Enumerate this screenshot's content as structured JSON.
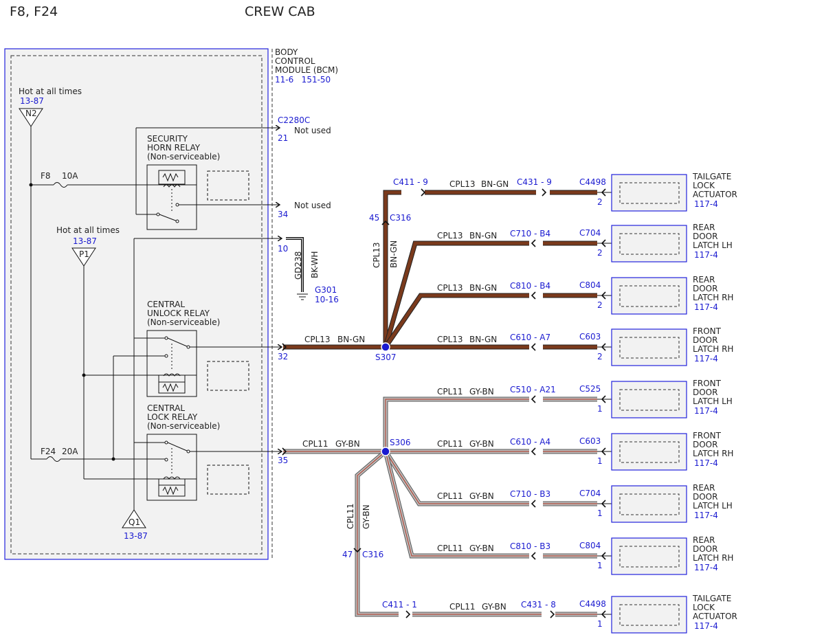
{
  "header": {
    "fuses": "F8, F24",
    "cab": "CREW CAB"
  },
  "bcm": {
    "label_lines": [
      "BODY",
      "CONTROL",
      "MODULE (BCM)"
    ],
    "refs": "11-6   151-50",
    "connector": "C2280C"
  },
  "power": {
    "n2": {
      "text": "Hot at all times",
      "ref": "13-87",
      "id": "N2"
    },
    "p1": {
      "text": "Hot at all times",
      "ref": "13-87",
      "id": "P1"
    },
    "q1": {
      "id": "Q1",
      "ref": "13-87"
    },
    "fuse_f8": {
      "name": "F8",
      "rating": "10A"
    },
    "fuse_f24": {
      "name": "F24",
      "rating": "20A"
    }
  },
  "relays": {
    "horn": [
      "SECURITY",
      "HORN RELAY",
      "(Non-serviceable)"
    ],
    "unlock": [
      "CENTRAL",
      "UNLOCK RELAY",
      "(Non-serviceable)"
    ],
    "lock": [
      "CENTRAL",
      "LOCK RELAY",
      "(Non-serviceable)"
    ]
  },
  "pins": {
    "p21": "21",
    "p34": "34",
    "p10": "10",
    "p32": "32",
    "p35": "35",
    "not_used": "Not used"
  },
  "ground": {
    "circuit": "GD238",
    "color": "BK-WH",
    "id": "G301",
    "ref": "10-16"
  },
  "circuits": {
    "bn": {
      "name": "CPL13",
      "color": "BN-GN",
      "hex": "#7a3a1c"
    },
    "gy": {
      "name": "CPL11",
      "color": "GY-BN",
      "hex": "#8a8a8a"
    }
  },
  "splices": {
    "s307": "S307",
    "s306": "S306",
    "c316_top": {
      "pin": "45",
      "name": "C316"
    },
    "c316_bot": {
      "pin": "47",
      "name": "C316"
    }
  },
  "loads": [
    {
      "conn_a": "C411 - 9",
      "conn_b": "C431 - 9",
      "device_conn": "C4498",
      "pin": "2",
      "name": [
        "TAILGATE",
        "LOCK",
        "ACTUATOR"
      ],
      "ref": "117-4"
    },
    {
      "conn_a": "",
      "conn_b": "C710 - B4",
      "device_conn": "C704",
      "pin": "2",
      "name": [
        "REAR",
        "DOOR",
        "LATCH LH"
      ],
      "ref": "117-4"
    },
    {
      "conn_a": "",
      "conn_b": "C810 - B4",
      "device_conn": "C804",
      "pin": "2",
      "name": [
        "REAR",
        "DOOR",
        "LATCH RH"
      ],
      "ref": "117-4"
    },
    {
      "conn_a": "",
      "conn_b": "C610 - A7",
      "device_conn": "C603",
      "pin": "2",
      "name": [
        "FRONT",
        "DOOR",
        "LATCH RH"
      ],
      "ref": "117-4"
    },
    {
      "conn_a": "",
      "conn_b": "C510 - A21",
      "device_conn": "C525",
      "pin": "1",
      "name": [
        "FRONT",
        "DOOR",
        "LATCH LH"
      ],
      "ref": "117-4"
    },
    {
      "conn_a": "",
      "conn_b": "C610 - A4",
      "device_conn": "C603",
      "pin": "1",
      "name": [
        "FRONT",
        "DOOR",
        "LATCH RH"
      ],
      "ref": "117-4"
    },
    {
      "conn_a": "",
      "conn_b": "C710 - B3",
      "device_conn": "C704",
      "pin": "1",
      "name": [
        "REAR",
        "DOOR",
        "LATCH LH"
      ],
      "ref": "117-4"
    },
    {
      "conn_a": "",
      "conn_b": "C810 - B3",
      "device_conn": "C804",
      "pin": "1",
      "name": [
        "REAR",
        "DOOR",
        "LATCH RH"
      ],
      "ref": "117-4"
    },
    {
      "conn_a": "C411 - 1",
      "conn_b": "C431 - 8",
      "device_conn": "C4498",
      "pin": "1",
      "name": [
        "TAILGATE",
        "LOCK",
        "ACTUATOR"
      ],
      "ref": "117-4"
    }
  ]
}
